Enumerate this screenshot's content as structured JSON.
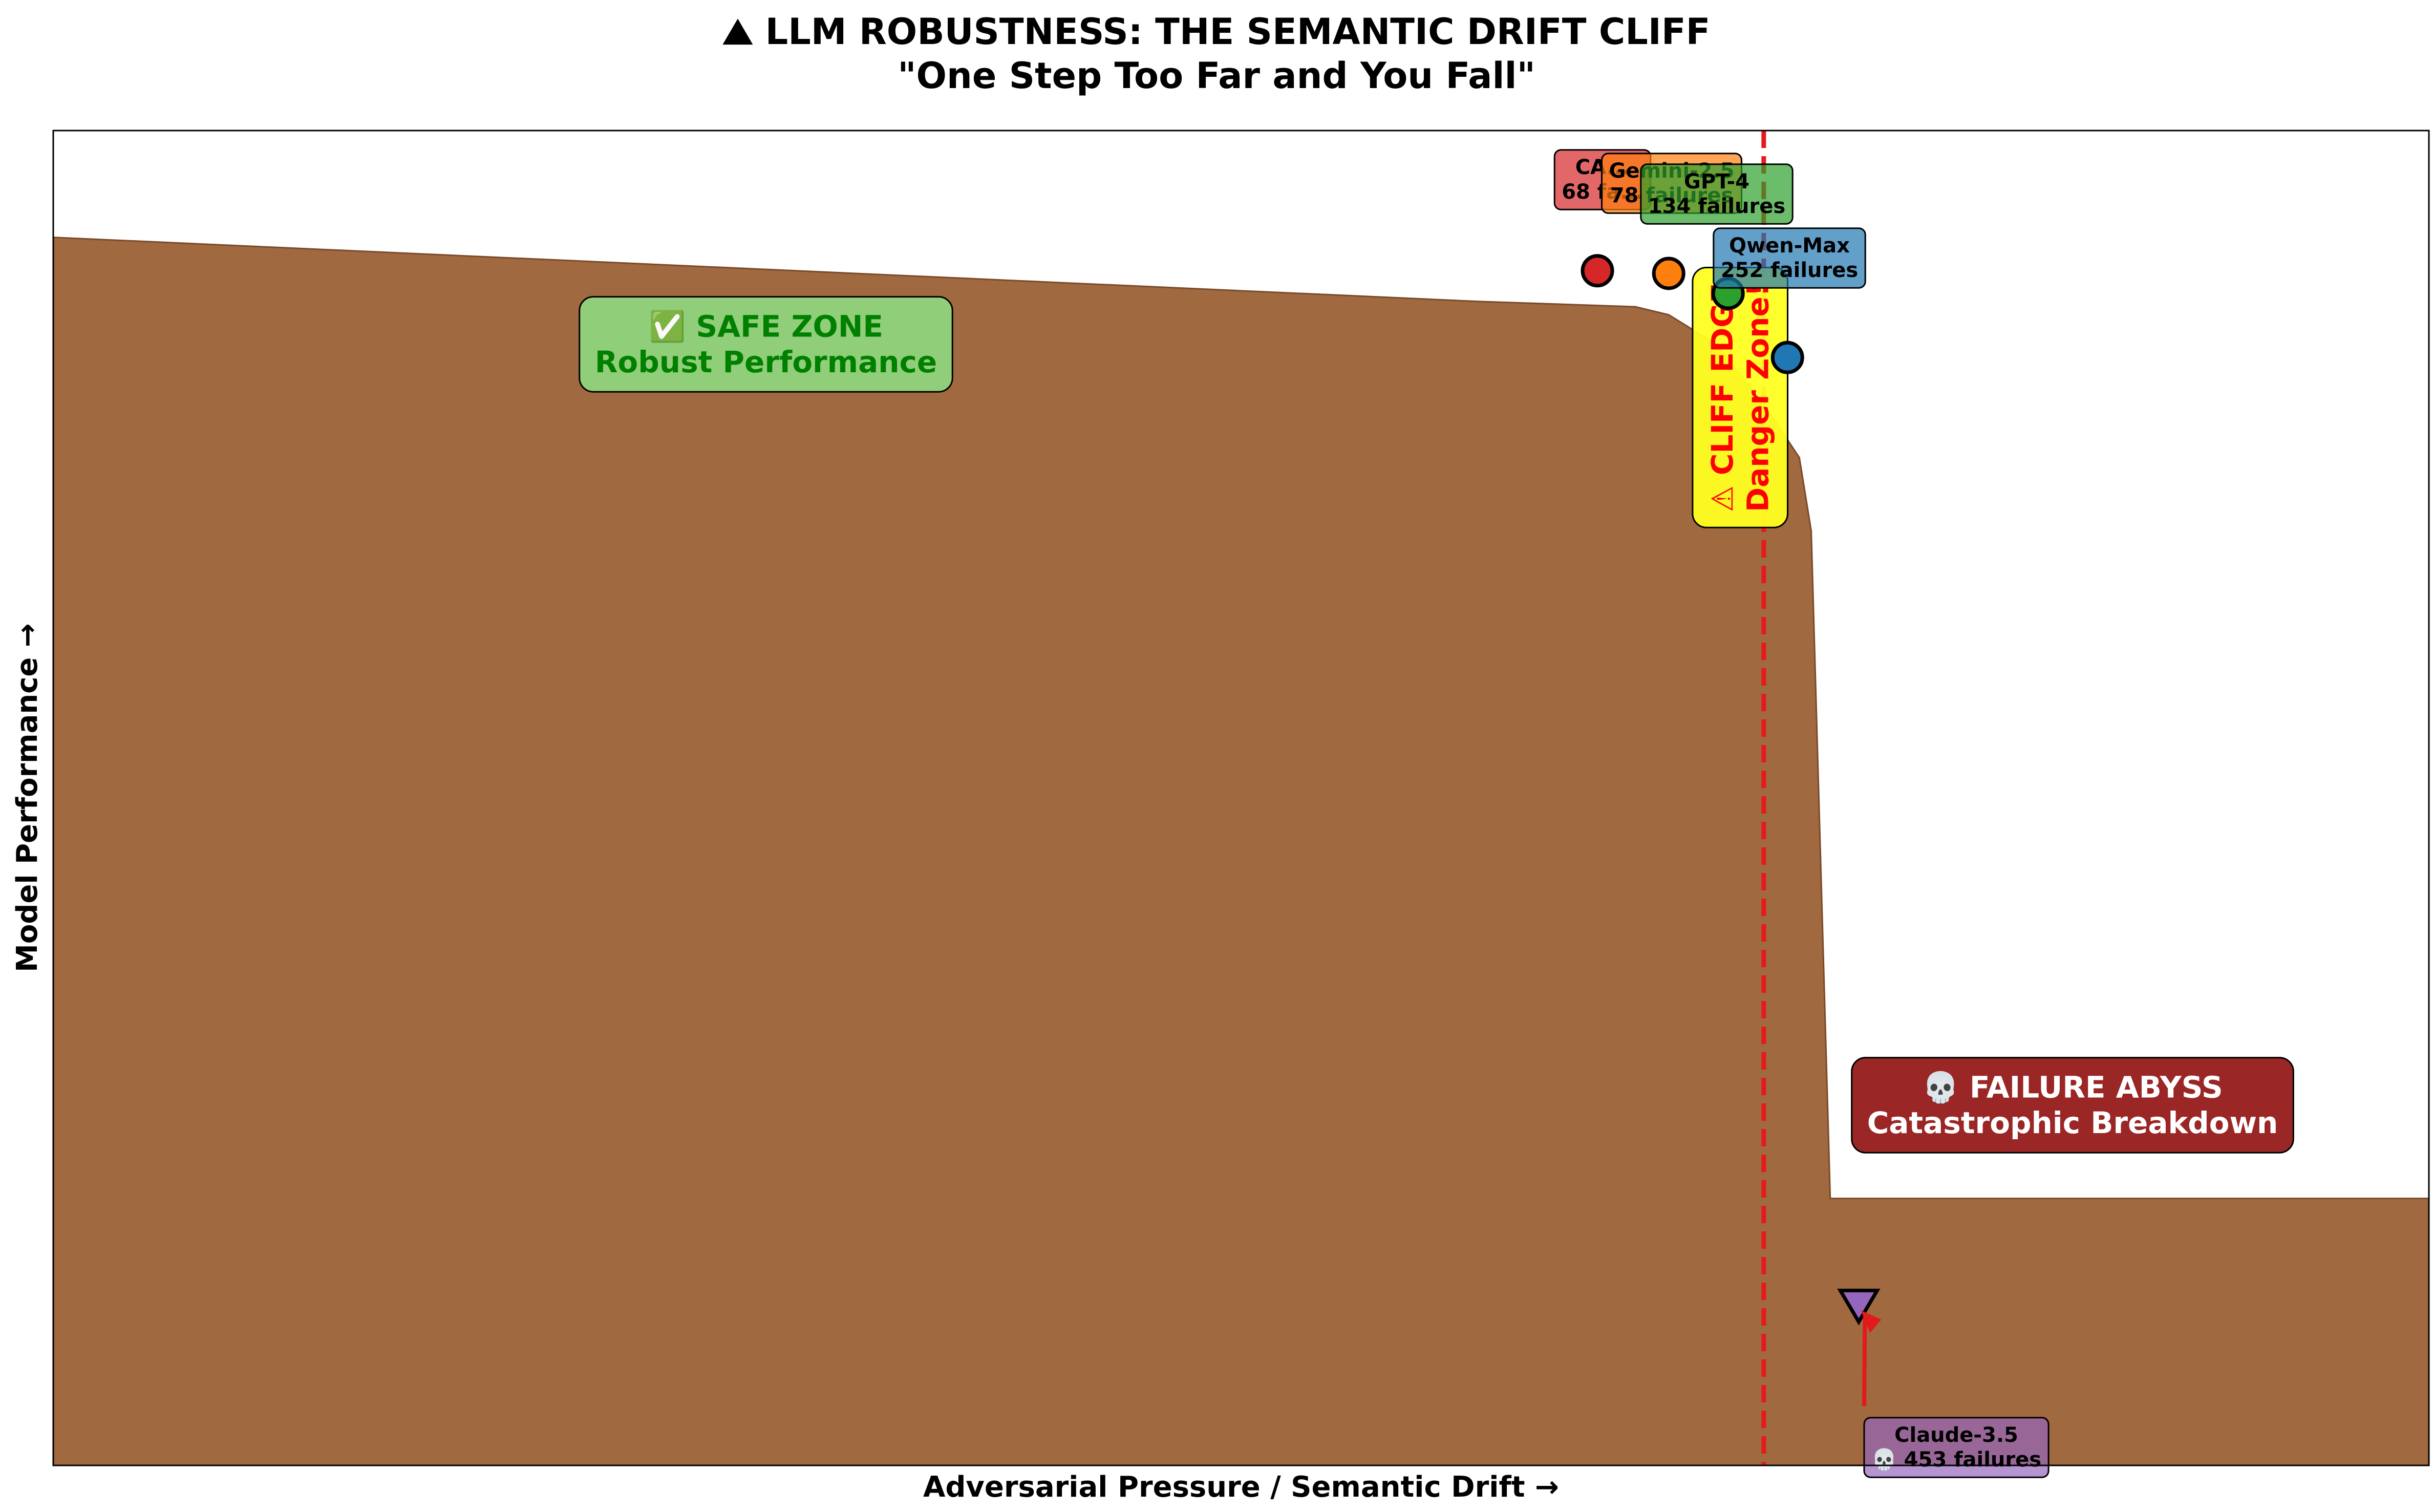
{
  "chart_data": {
    "type": "area",
    "title": "⛰ LLM ROBUSTNESS: THE SEMANTIC DRIFT CLIFF",
    "subtitle": "\"One Step Too Far and You Fall\"",
    "xlabel": "Adversarial Pressure / Semantic Drift →",
    "ylabel": "Model Performance →",
    "xlim": [
      0,
      100
    ],
    "ylim": [
      0,
      100
    ],
    "grid": false,
    "cliff_profile": {
      "x": [
        0,
        10,
        20,
        30,
        40,
        50,
        60,
        66.6,
        68,
        70,
        72,
        73.5,
        74,
        74.8,
        75,
        100
      ],
      "y": [
        92,
        91.2,
        90.4,
        89.6,
        88.8,
        88,
        87.2,
        86.8,
        86.2,
        84,
        79.5,
        75.5,
        70,
        20,
        20,
        20
      ]
    },
    "ground_level": 12,
    "cliff_edge_x": 72,
    "models": [
      {
        "name": "CA...",
        "label": "CA...\n68 fa...",
        "failures": 68,
        "x": 65,
        "y": 89.5,
        "color": "#d62728",
        "marker": "circle"
      },
      {
        "name": "Gemini-2.5",
        "label": "Gemini-2.5\n78 failures",
        "failures": 78,
        "x": 68,
        "y": 89.3,
        "color": "#ff7f0e",
        "marker": "circle"
      },
      {
        "name": "GPT-4",
        "label": "GPT-4\n134 failures",
        "failures": 134,
        "x": 70.5,
        "y": 87.8,
        "color": "#2ca02c",
        "marker": "circle"
      },
      {
        "name": "Qwen-Max",
        "label": "Qwen-Max\n252 failures",
        "failures": 252,
        "x": 73,
        "y": 83,
        "color": "#1f77b4",
        "marker": "circle"
      },
      {
        "name": "Claude-3.5",
        "label": "Claude-3.5\n💀 453 failures",
        "failures": 453,
        "x": 76,
        "y": 12,
        "color": "#9467bd",
        "marker": "triangle-down"
      }
    ],
    "annotations": [
      {
        "text": "✅ SAFE ZONE\nRobust Performance",
        "x": 30,
        "y": 84,
        "color": "#008000",
        "bg": "#90d47c"
      },
      {
        "text": "⚠ CLIFF EDGE\nDanger Zone!",
        "x": 71,
        "y": 80,
        "color": "#ff0000",
        "bg": "#ffff22",
        "rotation": 90
      },
      {
        "text": "💀 FAILURE ABYSS\nCatastrophic Breakdown",
        "x": 85,
        "y": 27,
        "color": "#ffffff",
        "bg": "#951a1a"
      }
    ],
    "colors": {
      "cliff": "#a0693f",
      "cliff_edge": "#7a4a2a",
      "ground": "#476163",
      "cliff_line": "#e41a1c",
      "arrow": "#e31a1c"
    }
  }
}
